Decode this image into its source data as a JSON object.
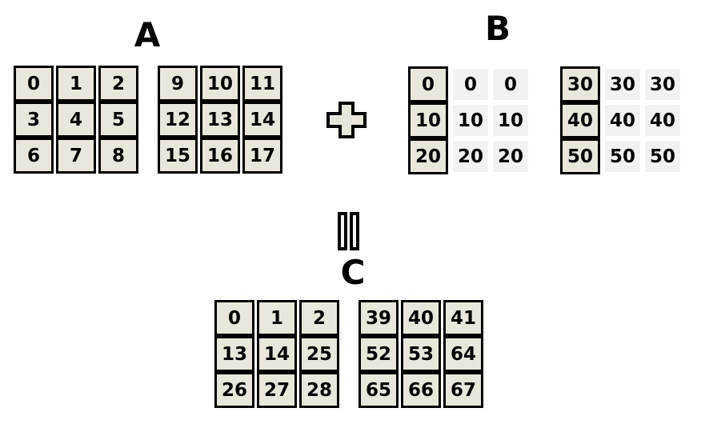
{
  "labels": {
    "a": "A",
    "b": "B",
    "c": "C"
  },
  "icons": {
    "plus": "plus-cross-operator",
    "equals": "rotated-equals-double-bar"
  },
  "colors": {
    "background": "#ffffff",
    "cell_fill": "#e9e7db",
    "ghost_fill": "#f2f2f2",
    "equals_fill": "#f5f5f5",
    "border": "#000000"
  },
  "grids": {
    "a1": {
      "broadcast": false,
      "rows": [
        [
          "0",
          "1",
          "2"
        ],
        [
          "3",
          "4",
          "5"
        ],
        [
          "6",
          "7",
          "8"
        ]
      ]
    },
    "a2": {
      "broadcast": false,
      "rows": [
        [
          "9",
          "10",
          "11"
        ],
        [
          "12",
          "13",
          "14"
        ],
        [
          "15",
          "16",
          "17"
        ]
      ]
    },
    "b1": {
      "broadcast": true,
      "rows": [
        [
          "0",
          "0",
          "0"
        ],
        [
          "10",
          "10",
          "10"
        ],
        [
          "20",
          "20",
          "20"
        ]
      ]
    },
    "b2": {
      "broadcast": true,
      "rows": [
        [
          "30",
          "30",
          "30"
        ],
        [
          "40",
          "40",
          "40"
        ],
        [
          "50",
          "50",
          "50"
        ]
      ]
    },
    "c1": {
      "broadcast": false,
      "rows": [
        [
          "0",
          "1",
          "2"
        ],
        [
          "13",
          "14",
          "25"
        ],
        [
          "26",
          "27",
          "28"
        ]
      ]
    },
    "c2": {
      "broadcast": false,
      "rows": [
        [
          "39",
          "40",
          "41"
        ],
        [
          "52",
          "53",
          "64"
        ],
        [
          "65",
          "66",
          "67"
        ]
      ]
    }
  }
}
